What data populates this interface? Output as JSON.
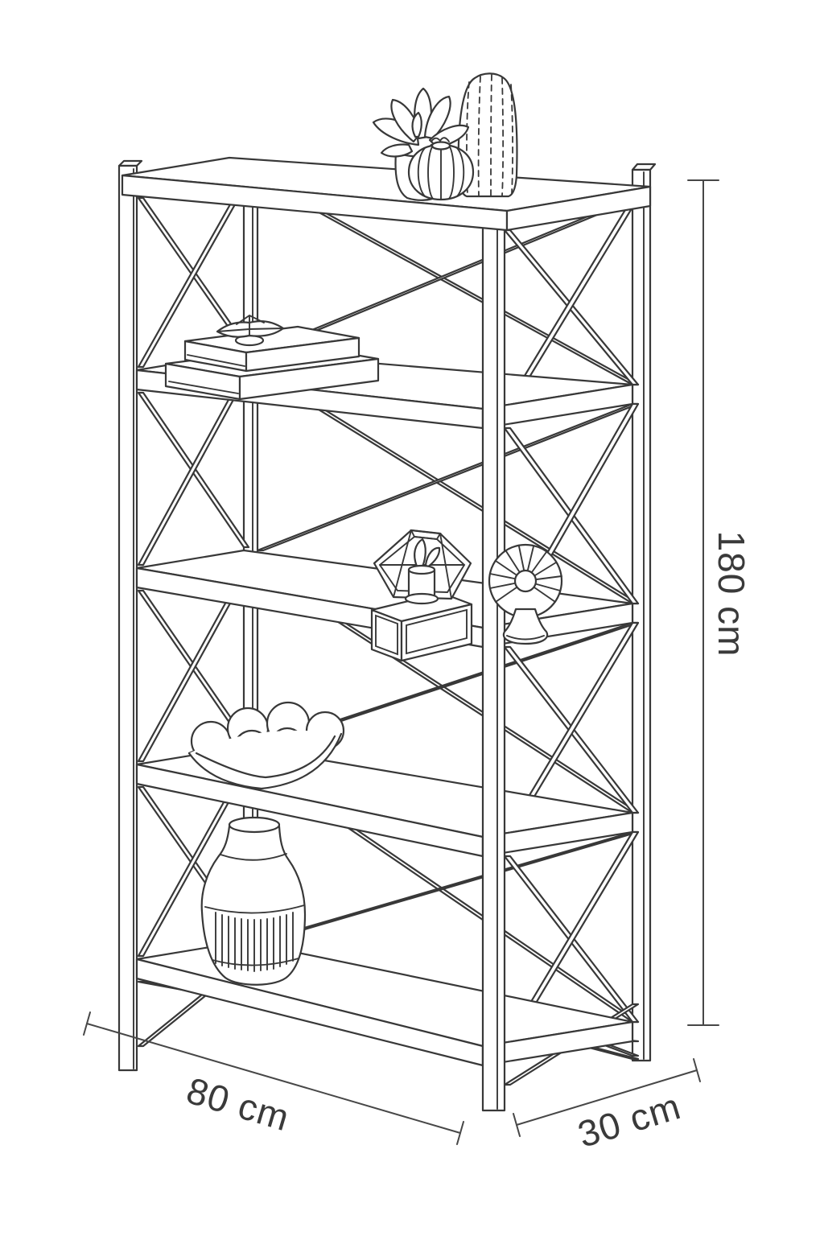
{
  "drawing": {
    "subject": "isometric line drawing of a five-tier open shelving unit with decor items",
    "shelf_count": 5,
    "decor_items": [
      "succulent plant",
      "ribbed round pot",
      "cactus",
      "stacked books",
      "trinket dish",
      "candle lantern",
      "flower ornament",
      "fruit bowl",
      "floor vase"
    ]
  },
  "dimensions": {
    "height_label": "180 cm",
    "width_label": "80 cm",
    "depth_label": "30 cm"
  },
  "colors": {
    "line": "#383838",
    "label_text": "#3a3a3a",
    "background": "#ffffff"
  }
}
